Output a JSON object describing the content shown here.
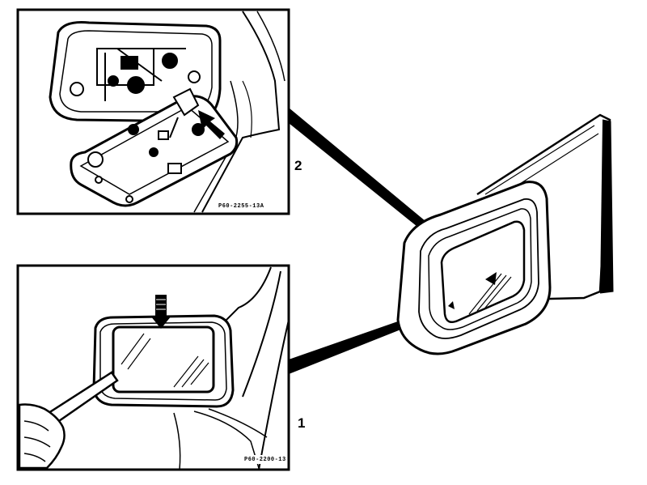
{
  "figure": {
    "callouts": [
      {
        "number": "2"
      },
      {
        "number": "1"
      }
    ],
    "detail_panels": [
      {
        "reference_code": "P60-2255-13A"
      },
      {
        "reference_code": "P60-2200-13"
      }
    ],
    "colors": {
      "ink": "#000000",
      "paper": "#ffffff",
      "glass_hatch": "#000000"
    }
  }
}
